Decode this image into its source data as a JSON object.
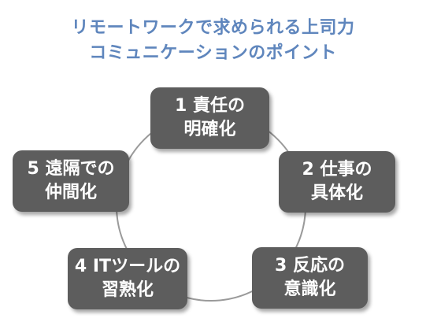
{
  "title": {
    "line1": "リモートワークで求められる上司力",
    "line2": "コミュニケーションのポイント"
  },
  "colors": {
    "title": "#5f86bd",
    "node_fill": "#5d5d5d",
    "node_text": "#ffffff",
    "ring": "#9a9a9a"
  },
  "nodes": [
    {
      "line1": "1 責任の",
      "line2": "明確化"
    },
    {
      "line1": "2 仕事の",
      "line2": "具体化"
    },
    {
      "line1": "3 反応の",
      "line2": "意識化"
    },
    {
      "line1": "4 ITツールの",
      "line2": "習熟化"
    },
    {
      "line1": "5 遠隔での",
      "line2": "仲間化"
    }
  ]
}
